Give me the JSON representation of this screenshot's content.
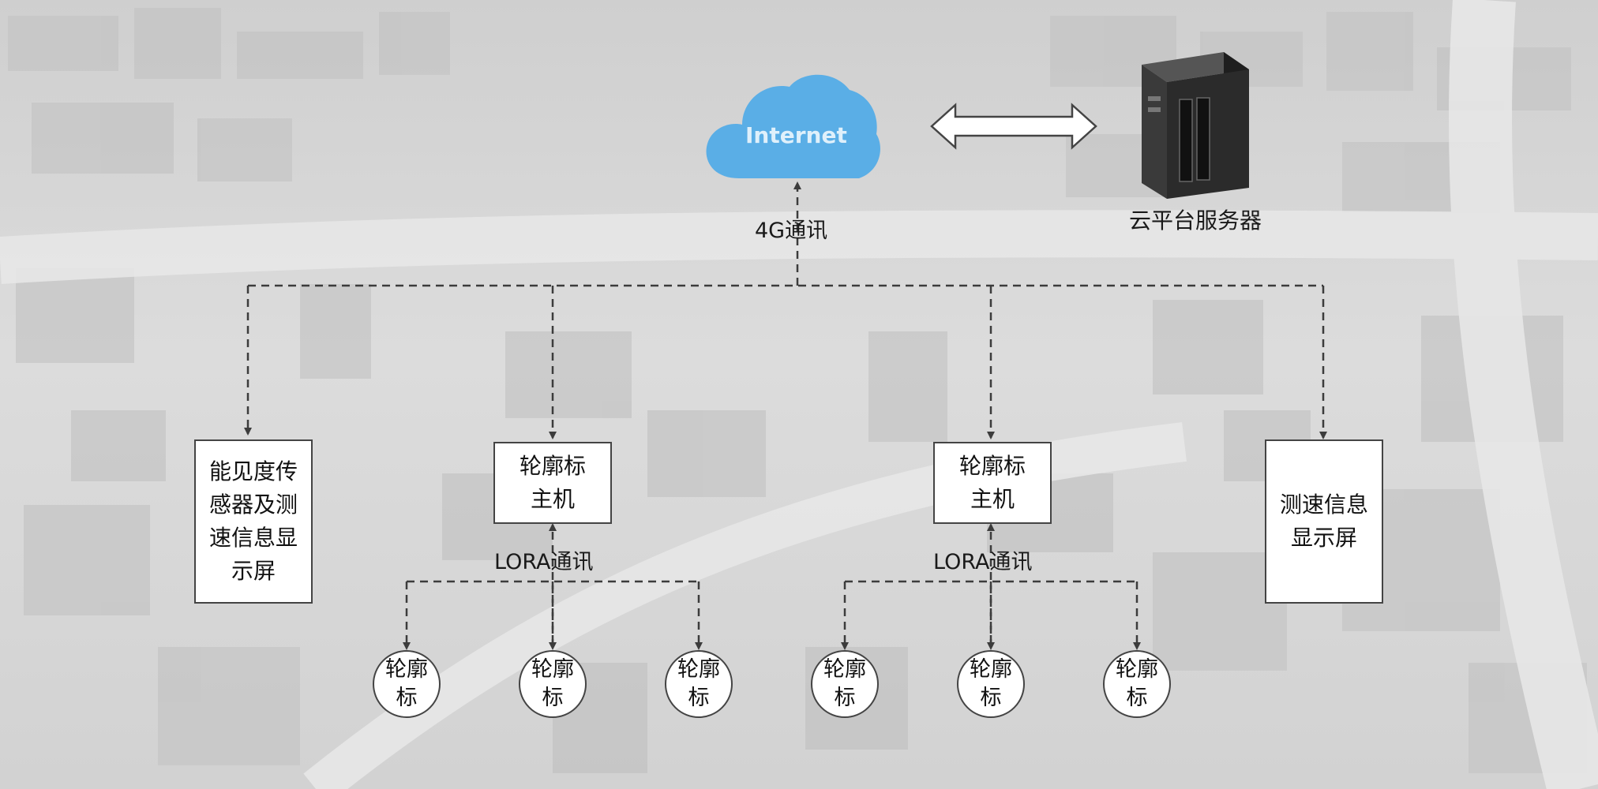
{
  "cloud": {
    "label": "Internet"
  },
  "server": {
    "label": "云平台服务器"
  },
  "links": {
    "uplink_label": "4G通讯",
    "lora_label": "LORA通讯"
  },
  "devices": {
    "visibility_sensor": "能见度传感器及测速信息显示屏",
    "host_left": "轮廓标主机",
    "host_right": "轮廓标主机",
    "speed_display": "测速信息显示屏"
  },
  "nodes": [
    "轮廓标",
    "轮廓标",
    "轮廓标",
    "轮廓标",
    "轮廓标",
    "轮廓标"
  ],
  "colors": {
    "cloud": "#5aaee6",
    "cloud_text": "#dff0fb",
    "line": "#3c3c3c",
    "server_body": "#2b2b2b"
  }
}
